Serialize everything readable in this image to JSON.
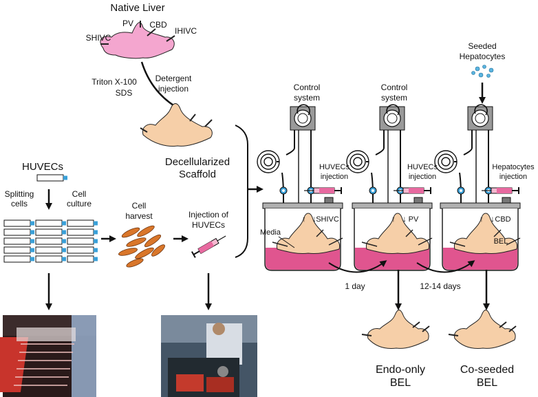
{
  "liver": {
    "title": "Native Liver",
    "pv": "PV",
    "cbd": "CBD",
    "shivc": "SHIVC",
    "ihivc": "IHIVC"
  },
  "decell": {
    "agents_1": "Triton X-100",
    "agents_2": "SDS",
    "method_1": "Detergent",
    "method_2": "injection",
    "scaffold_1": "Decellularized",
    "scaffold_2": "Scaffold"
  },
  "cells": {
    "huvecs": "HUVECs",
    "split_1": "Splitting",
    "split_2": "cells",
    "culture_1": "Cell",
    "culture_2": "culture",
    "harvest_1": "Cell",
    "harvest_2": "harvest",
    "inj_1": "Injection of",
    "inj_2": "HUVECs"
  },
  "bioreactors": [
    {
      "control_1": "Control",
      "control_2": "system",
      "inj_1": "HUVECs",
      "inj_2": "injection",
      "port": "SHIVC"
    },
    {
      "control_1": "Control",
      "control_2": "system",
      "inj_1": "HUVECs",
      "inj_2": "injection",
      "port": "PV"
    },
    {
      "seeded_1": "Seeded",
      "seeded_2": "Hepatocytes",
      "inj_1": "Hepatocytes",
      "inj_2": "injection",
      "port": "CBD",
      "bel": "BEL"
    }
  ],
  "media": "Media",
  "timeline": {
    "step1": "1 day",
    "step2": "12-14 days"
  },
  "outputs": {
    "endo_1": "Endo-only",
    "endo_2": "BEL",
    "coseed_1": "Co-seeded",
    "coseed_2": "BEL"
  },
  "colors": {
    "liver_pink": "#f4a6cf",
    "scaffold_tan": "#f6cfa8",
    "media_pink": "#e0558f",
    "needle_pink": "#e86aa0",
    "cap_blue": "#3aa0d8",
    "pump_gray": "#9a9a9a",
    "cell_orange": "#d9762a"
  }
}
